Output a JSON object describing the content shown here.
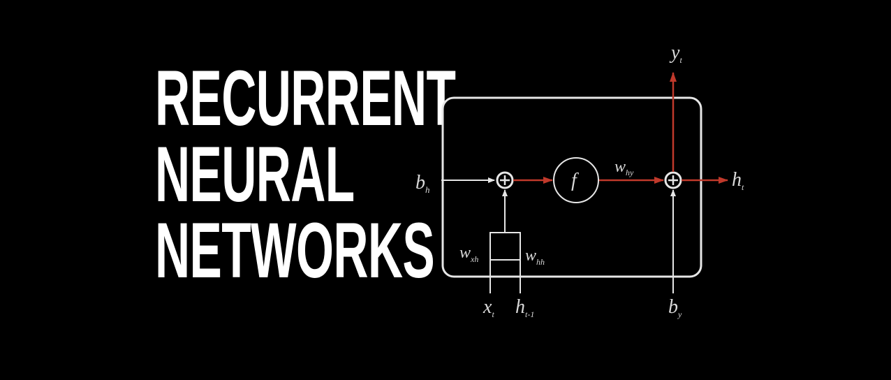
{
  "title": {
    "lines": [
      "RECURRENT",
      "NEURAL",
      "NETWORKS"
    ]
  },
  "diagram": {
    "colors": {
      "background": "#000000",
      "stroke": "#e6e6e6",
      "arrow_red": "#c0392b",
      "text": "#d9d9d9"
    },
    "labels": {
      "bh": {
        "base": "b",
        "sub": "h"
      },
      "f": "f",
      "why": {
        "base": "w",
        "sub": "hy"
      },
      "ht": {
        "base": "h",
        "sub": "t"
      },
      "yt": {
        "base": "y",
        "sub": "t"
      },
      "wxh": {
        "base": "w",
        "sub": "xh"
      },
      "whh": {
        "base": "w",
        "sub": "hh"
      },
      "xt": {
        "base": "x",
        "sub": "t"
      },
      "ht1": {
        "base": "h",
        "sub": "t-1"
      },
      "by": {
        "base": "b",
        "sub": "y"
      }
    },
    "icons": [
      "sum-node-icon",
      "activation-node-icon"
    ]
  }
}
